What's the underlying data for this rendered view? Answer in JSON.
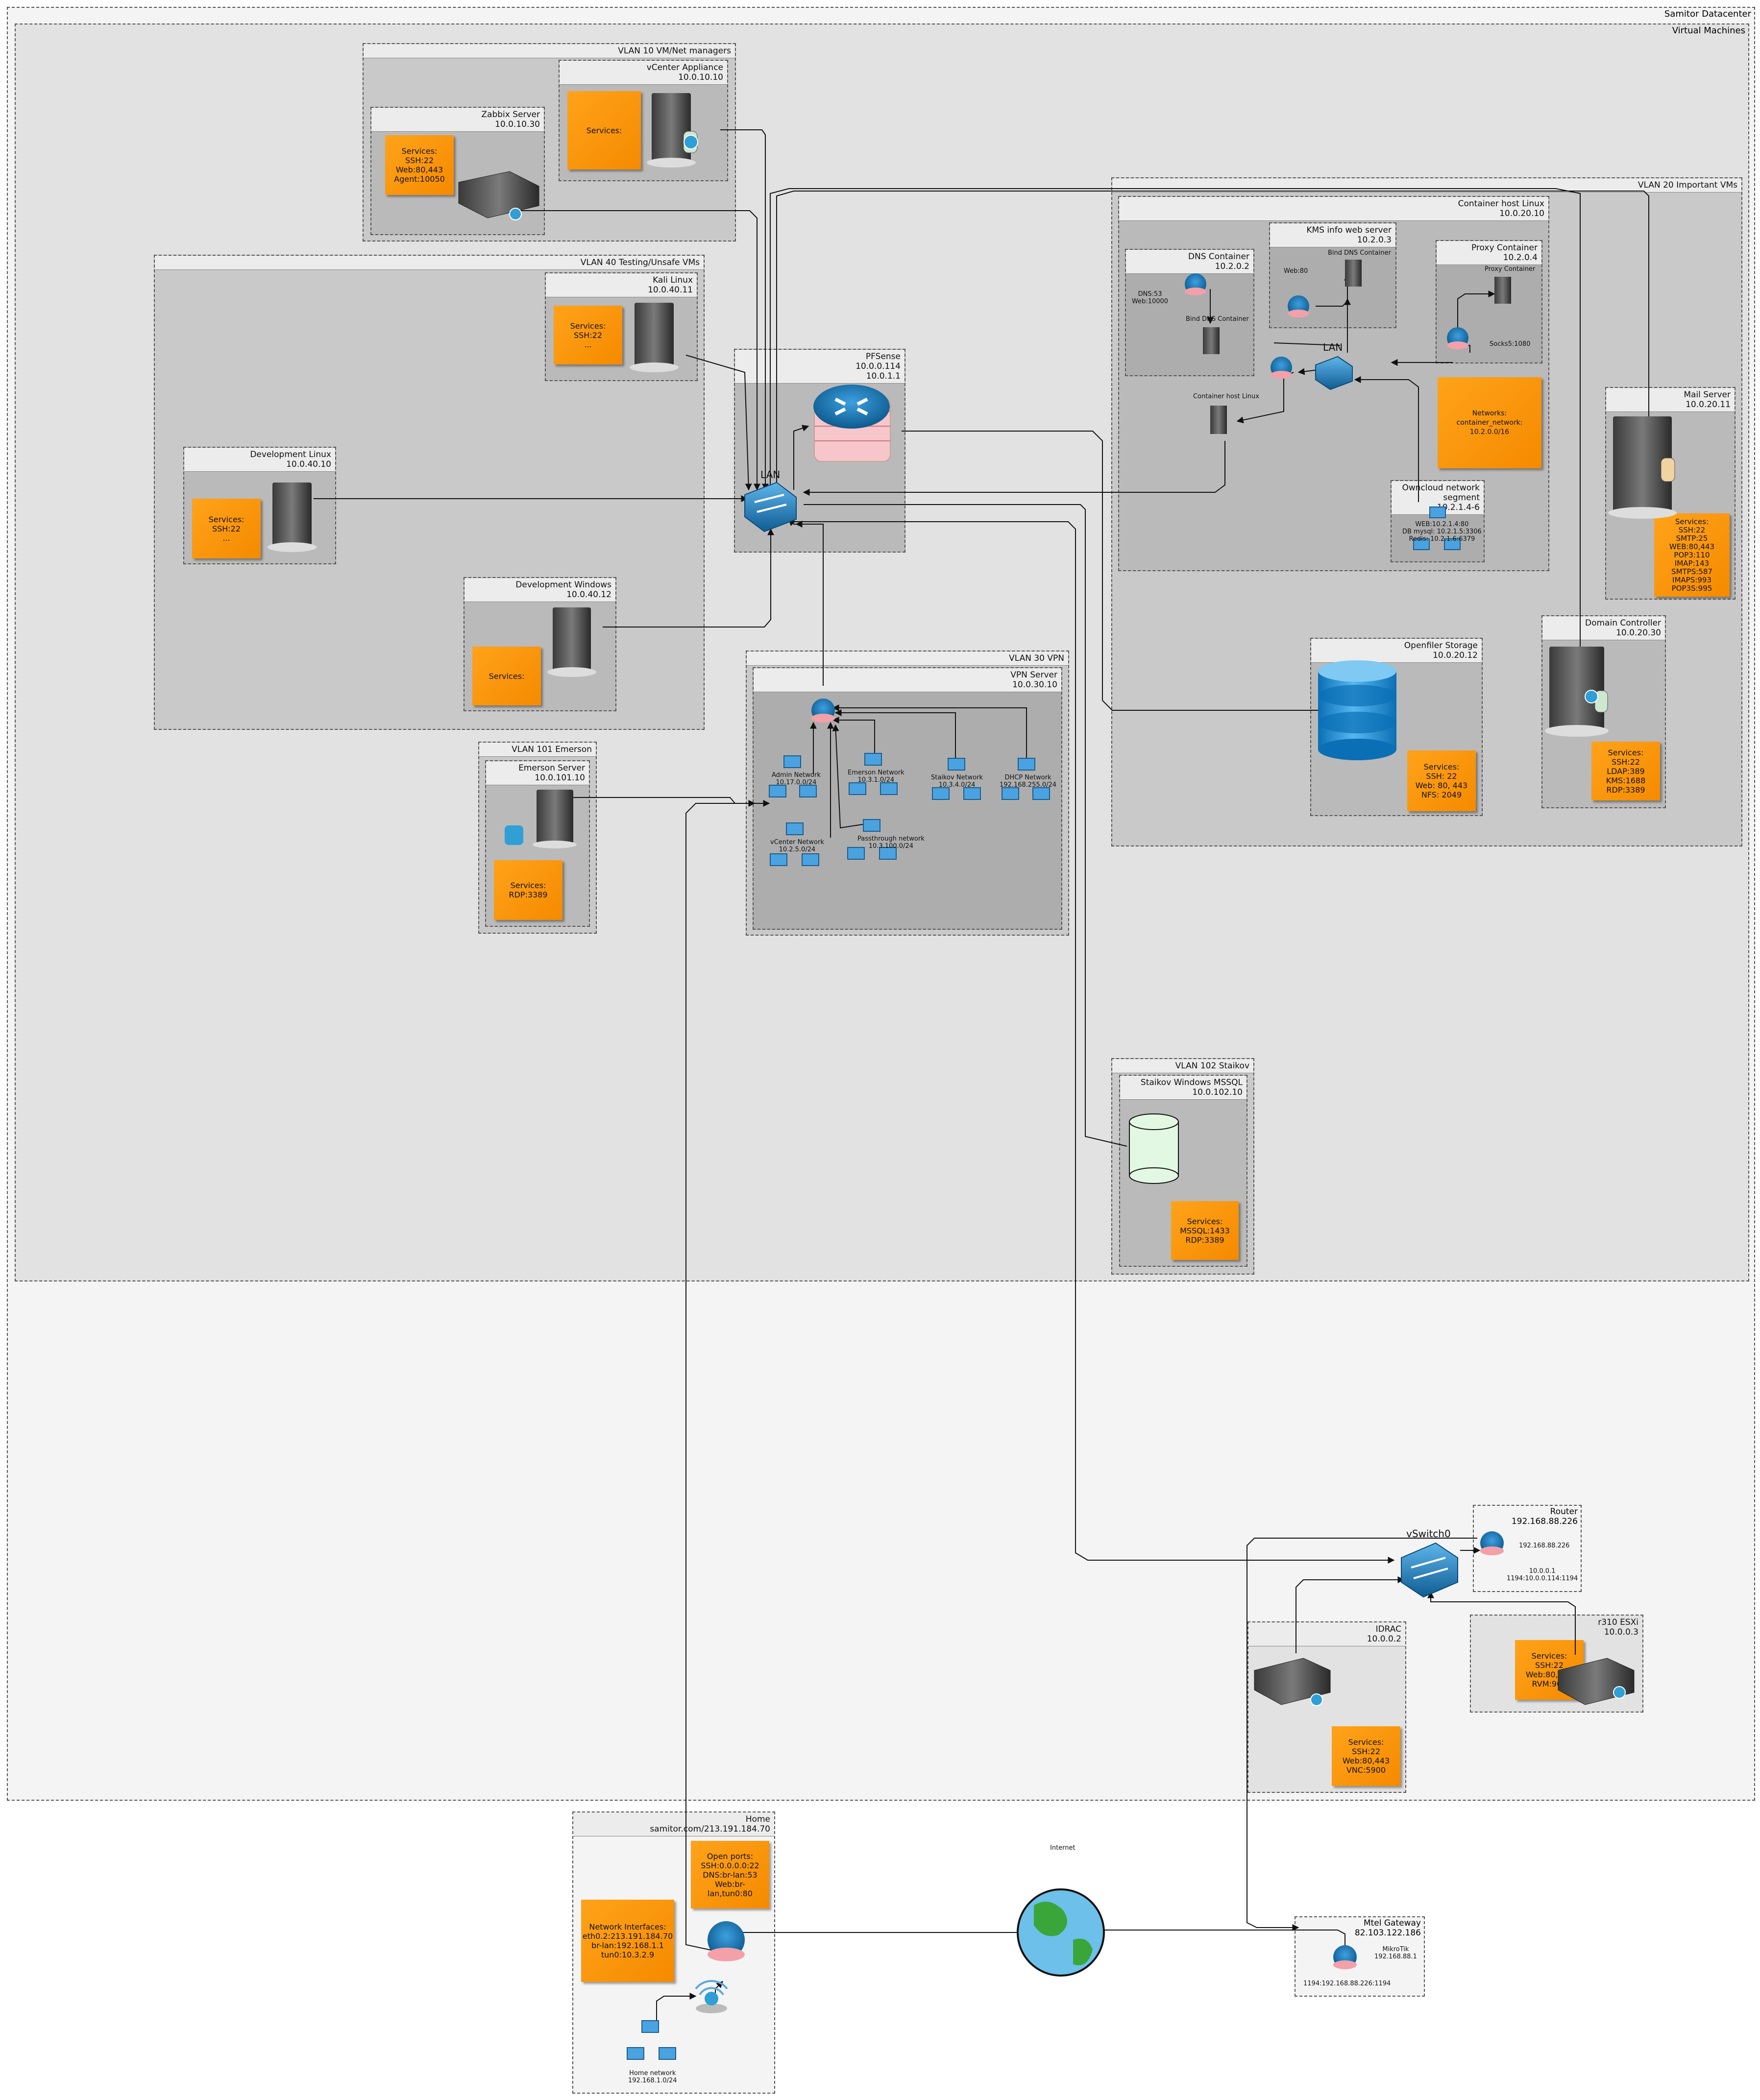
{
  "datacenter": {
    "title": "Samitor Datacenter",
    "vms_title": "Virtual Machines"
  },
  "vlan10": {
    "title": "VLAN 10 VM/Net managers",
    "vcenter": {
      "name": "vCenter Appliance",
      "ip": "10.0.10.10",
      "services": "Services:"
    },
    "zabbix": {
      "name": "Zabbix Server",
      "ip": "10.0.10.30",
      "services": "Services:\nSSH:22\nWeb:80,443\nAgent:10050"
    }
  },
  "vlan40": {
    "title": "VLAN 40 Testing/Unsafe VMs",
    "kali": {
      "name": "Kali Linux",
      "ip": "10.0.40.11",
      "services": "Services:\nSSH:22\n..."
    },
    "devlinux": {
      "name": "Development Linux",
      "ip": "10.0.40.10",
      "services": "Services:\nSSH:22\n..."
    },
    "devwin": {
      "name": "Development Windows",
      "ip": "10.0.40.12",
      "services": "Services:"
    }
  },
  "pfsense": {
    "name": "PFSense",
    "ip1": "10.0.0.114",
    "ip2": "10.0.1.1",
    "lan_label": "LAN"
  },
  "vlan101": {
    "title": "VLAN 101 Emerson",
    "emerson": {
      "name": "Emerson Server",
      "ip": "10.0.101.10",
      "services": "Services:\nRDP:3389"
    }
  },
  "vlan30": {
    "title": "VLAN 30 VPN",
    "vpn": {
      "name": "VPN Server",
      "ip": "10.0.30.10",
      "networks": [
        {
          "label": "Admin Network\n10.17.0.0/24"
        },
        {
          "label": "Emerson Network\n10.3.1.0/24"
        },
        {
          "label": "Staikov Network\n10.3.4.0/24"
        },
        {
          "label": "DHCP Network\n192.168.255.0/24"
        },
        {
          "label": "vCenter Network\n10.2.5.0/24"
        },
        {
          "label": "Passthrough network\n10.3.100.0/24"
        }
      ]
    }
  },
  "vlan20": {
    "title": "VLAN 20 Important VMs",
    "container_host": {
      "name": "Container host Linux",
      "ip": "10.0.20.10",
      "dns": {
        "name": "DNS Container",
        "ip": "10.2.0.2",
        "ports": "DNS:53\nWeb:10000",
        "bind_label": "Bind DNS Container"
      },
      "kms": {
        "name": "KMS info web server",
        "ip": "10.2.0.3",
        "bind_label": "Bind DNS Container",
        "ports": "Web:80"
      },
      "proxy": {
        "name": "Proxy Container",
        "ip": "10.2.0.4",
        "inner_label": "Proxy Container",
        "ports": "Socks5:1080"
      },
      "lan_label": "LAN",
      "host_label": "Container host Linux",
      "networks_note": "Networks:\ncontainer_network: 10.2.0.0/16",
      "owncloud": {
        "name": "Owncloud network segment",
        "ip": "10.2.1.4-6",
        "ports": "WEB:10.2.1.4:80\nDB mysql: 10.2.1.5:3306\nRedis: 10.2.1.6:6379"
      }
    },
    "mail": {
      "name": "Mail Server",
      "ip": "10.0.20.11",
      "services": "Services:\nSSH:22\nSMTP:25\nWEB:80,443\nPOP3:110\nIMAP:143\nSMTPS:587\nIMAPS:993\nPOP3S:995"
    },
    "openfiler": {
      "name": "Openfiler Storage",
      "ip": "10.0.20.12",
      "services": "Services:\nSSH: 22\nWeb: 80, 443\nNFS: 2049"
    },
    "dc": {
      "name": "Domain Controller",
      "ip": "10.0.20.30",
      "services": "Services:\nSSH:22\nLDAP:389\nKMS:1688\nRDP:3389"
    }
  },
  "vlan102": {
    "title": "VLAN 102 Staikov",
    "staikov": {
      "name": "Staikov Windows MSSQL",
      "ip": "10.0.102.10",
      "services": "Services:\nMSSQL:1433\nRDP:3389"
    }
  },
  "router": {
    "name": "Router",
    "ip": "192.168.88.226",
    "inner_ip": "192.168.88.226",
    "inner_note": "10.0.0.1\n1194:10.0.0.114:1194"
  },
  "vswitch": {
    "label": "vSwitch0"
  },
  "idrac": {
    "name": "IDRAC",
    "ip": "10.0.0.2",
    "services": "Services:\nSSH:22\nWeb:80,443\nVNC:5900"
  },
  "r310": {
    "name": "r310 ESXi",
    "ip": "10.0.0.3",
    "services": "Services:\nSSH:22\nWeb:80,443\nRVM:902"
  },
  "home": {
    "name": "Home",
    "ip": "samitor.com/213.191.184.70",
    "open_ports": "Open ports:\nSSH:0.0.0.0:22\nDNS:br-lan:53\nWeb:br-lan,tun0:80",
    "interfaces": "Network Interfaces:\neth0.2:213.191.184.70\nbr-lan:192.168.1.1\ntun0:10.3.2.9",
    "network_label": "Home network\n192.168.1.0/24"
  },
  "internet": {
    "label": "Internet"
  },
  "mtel": {
    "name": "Mtel Gateway",
    "ip": "82.103.122.186",
    "mikrotik": "MikroTik\n192.168.88.1",
    "forward": "1194:192.168.88.226:1194"
  },
  "colors": {
    "note": "#f79a0e",
    "switch": "#1a7fc2",
    "router_pink": "#f3a0a8",
    "db_blue": "#1e90d6"
  }
}
